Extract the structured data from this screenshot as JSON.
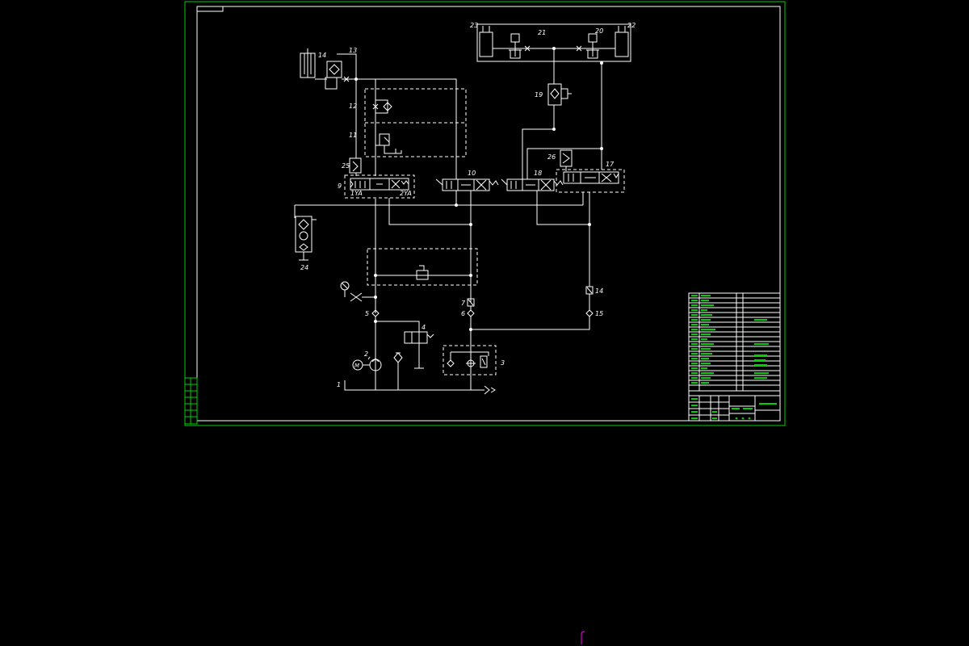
{
  "colors": {
    "background": "#000000",
    "frame": "#00d000",
    "lines": "#ffffff",
    "cursor": "#ff00ff"
  },
  "labels": {
    "c1": "1",
    "c2": "2",
    "c3": "3",
    "c4": "4",
    "c5": "5",
    "c6": "6",
    "c7": "7",
    "c9": "9",
    "c10": "10",
    "c11": "11",
    "c12": "12",
    "c13": "13",
    "c14a": "14",
    "c14b": "14",
    "c15": "15",
    "c17": "17",
    "c18": "18",
    "c19": "19",
    "c20": "20",
    "c21": "21",
    "c22": "22",
    "c23": "23",
    "c24": "24",
    "c25": "25",
    "c26": "26",
    "sol1": "1YA",
    "sol2": "2YA",
    "motor": "M"
  },
  "icons": {
    "cursor": "text-cursor-icon"
  }
}
